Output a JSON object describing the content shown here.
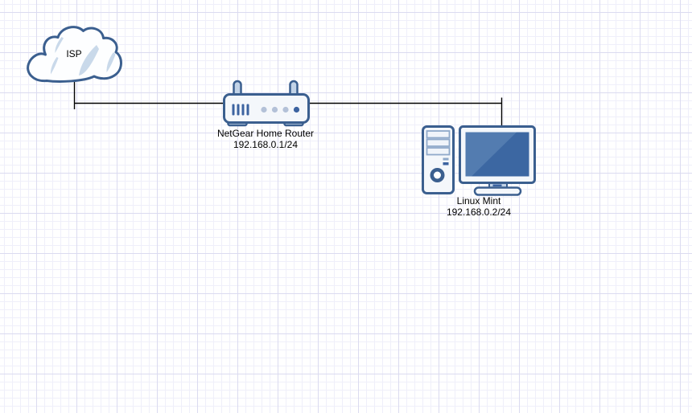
{
  "diagram": {
    "type": "network-topology",
    "nodes": [
      {
        "id": "isp",
        "icon": "cloud",
        "label": "ISP"
      },
      {
        "id": "router",
        "icon": "wireless-router",
        "label": "NetGear Home Router",
        "ip": "192.168.0.1/24"
      },
      {
        "id": "pc",
        "icon": "desktop-computer",
        "label": "Linux Mint",
        "ip": "192.168.0.2/24"
      }
    ],
    "edges": [
      {
        "from": "isp",
        "to": "router"
      },
      {
        "from": "router",
        "to": "pc"
      }
    ]
  },
  "palette": {
    "shape_stroke": "#3b5f8f",
    "shape_fill": "#f4f7fb",
    "shape_accent": "#c2d3e7",
    "led_light": "#b3c1d8",
    "led_dark": "#3c63a0",
    "screen_blue": "#3c67a2",
    "screen_highlight": "#537cb0",
    "connector": "#000000",
    "label_color": "#000000",
    "grid_minor": "#efeffa",
    "grid_major": "#dbdbf0",
    "background": "#ffffff"
  }
}
